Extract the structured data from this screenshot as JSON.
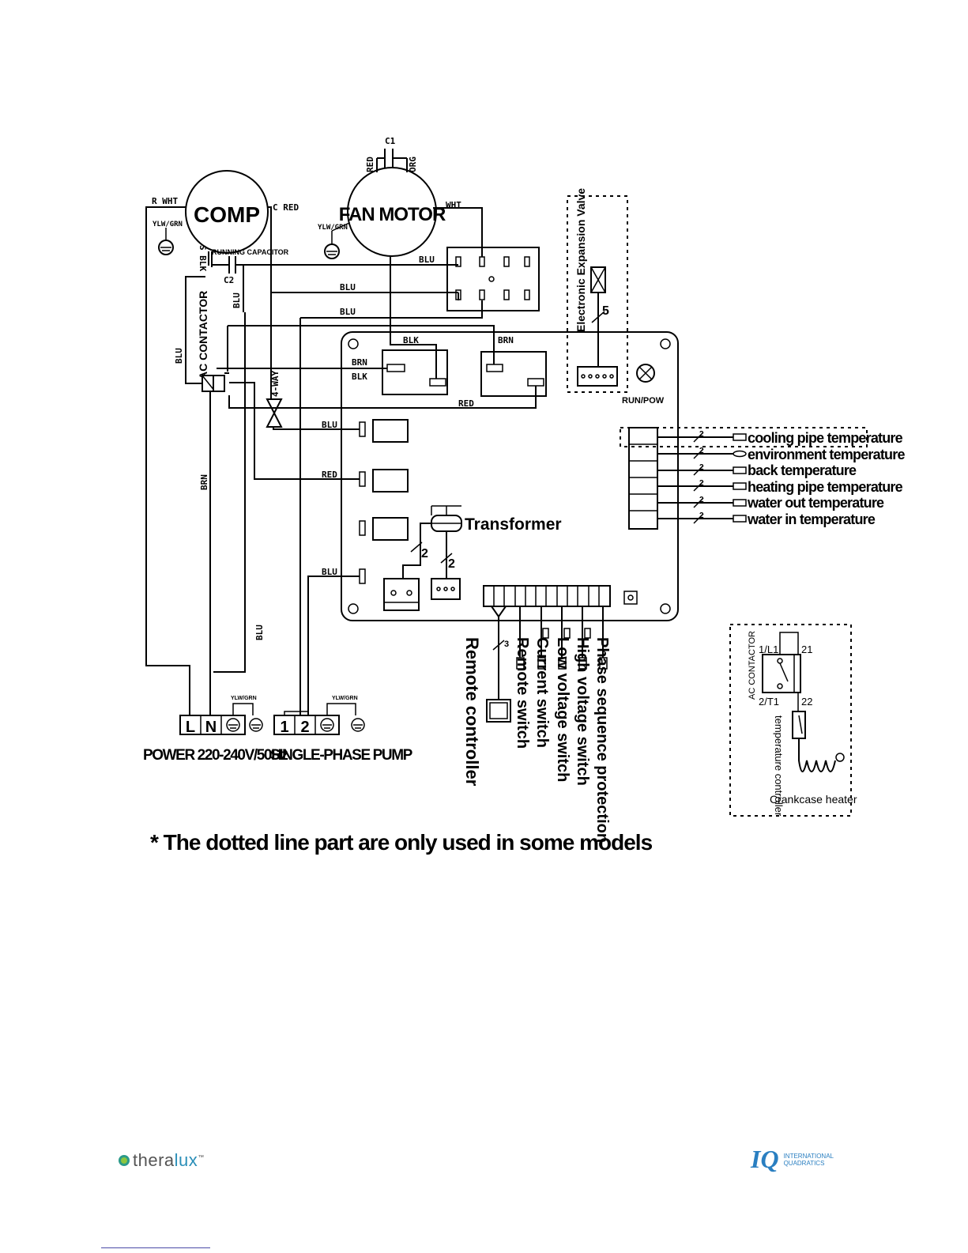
{
  "components": {
    "comp": "COMP",
    "fan_motor": "FAN MOTOR",
    "running_capacitor": "RUNNING CAPACITOR",
    "c1": "C1",
    "c2": "C2",
    "ac_contactor": "AC CONTACTOR",
    "four_way": "4-WAY",
    "electronic_expansion_valve": "Electronic Expansion Valve",
    "eev_count": "5",
    "run_pow": "RUN/POW",
    "transformer": "Transformer",
    "crankcase_heater": "Crankcase heater",
    "temperature_controller": "temperature controller"
  },
  "wires": {
    "r_wht": "R WHT",
    "c_red": "C RED",
    "s_blk": "S BLK",
    "ylw_grn": "YLW/GRN",
    "red": "RED",
    "org": "ORG",
    "wht": "WHT",
    "blu": "BLU",
    "blk": "BLK",
    "brn": "BRN",
    "two": "2",
    "three": "3"
  },
  "sensors": [
    "cooling pipe temperature",
    "environment temperature",
    "back temperature",
    "heating pipe temperature",
    "water out temperature",
    "water in temperature"
  ],
  "switches": [
    "Remote controller",
    "Remote switch",
    "Current switch",
    "Low voltage switch",
    "High voltage switch",
    "Phase sequence protection"
  ],
  "terminals": {
    "power": [
      "L",
      "N"
    ],
    "pump": [
      "1",
      "2"
    ],
    "power_label": "POWER 220-240V/50Hz",
    "pump_label": "SINGLE-PHASE PUMP"
  },
  "crankcase": {
    "l1": "1/L1",
    "t1": "2/T1",
    "n21": "21",
    "n22": "22",
    "ac_contactor": "AC CONTACTOR"
  },
  "note": "* The dotted line part are only used in some models",
  "logos": {
    "left_brand": "thera",
    "left_brand_accent": "lux",
    "left_tm": "™",
    "right_brand": "IQ",
    "right_line1": "INTERNATIONAL",
    "right_line2": "QUADRATICS"
  }
}
